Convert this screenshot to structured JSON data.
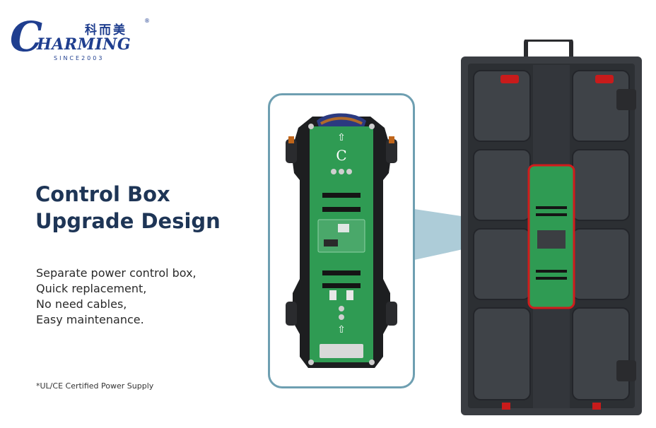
{
  "brand": {
    "chinese": "科而美",
    "registered": "®",
    "initial": "C",
    "wordmark": "HARMING",
    "tagline": "SINCE2003",
    "color": "#1f3e8f"
  },
  "headline": {
    "line1": "Control Box",
    "line2": "Upgrade Design",
    "color": "#1e3556"
  },
  "features": [
    "Separate power control box,",
    "Quick replacement,",
    "No need cables,",
    "Easy maintenance."
  ],
  "footnote": "*UL/CE Certified Power Supply",
  "board_marks": {
    "arrow": "⇧",
    "logo_letter": "C"
  },
  "colors": {
    "callout_border": "#6e9fb1",
    "beam": "#a9c9d6",
    "pcb": "#2f9b53",
    "cabinet": "#3a3d42",
    "highlight": "#d01c1c"
  },
  "icons": [
    "registered-mark",
    "arrow-up-icon",
    "board-logo-icon",
    "handle-icon",
    "lock-latch-icon"
  ]
}
